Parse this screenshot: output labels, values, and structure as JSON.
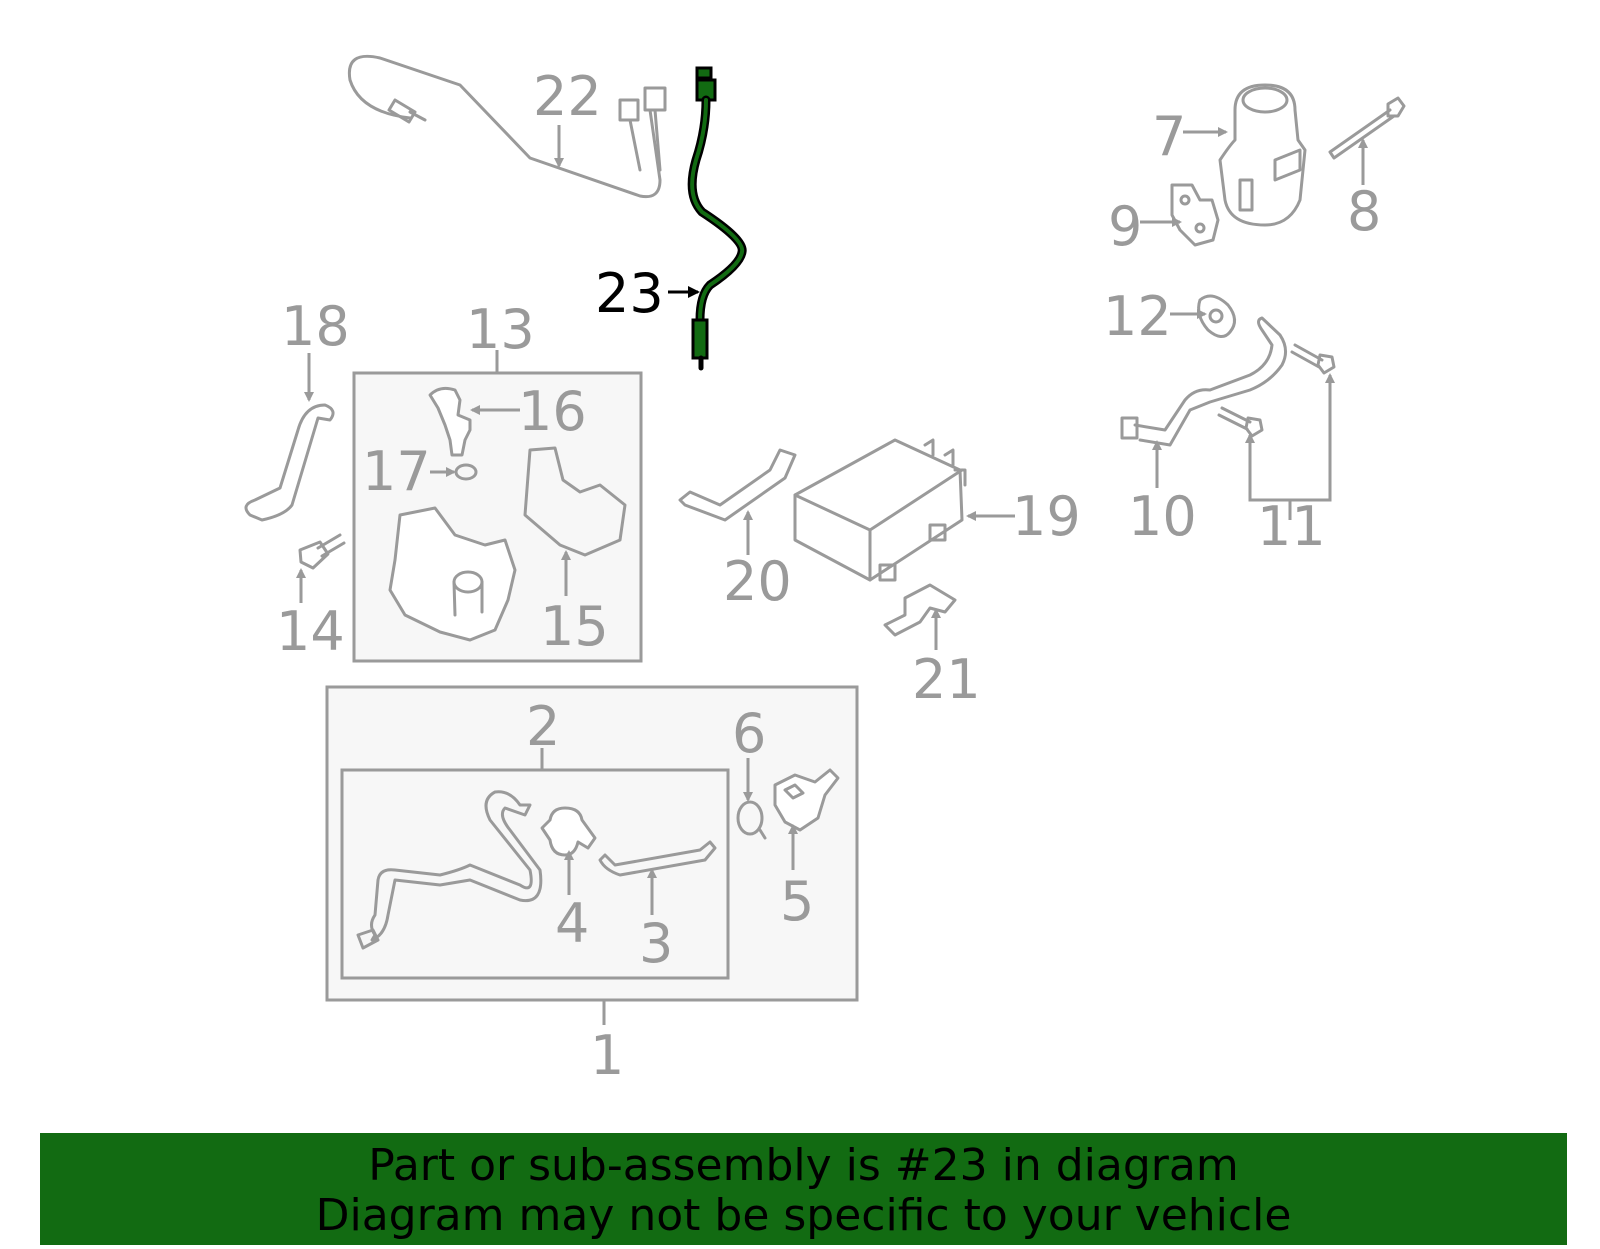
{
  "highlight_color": "#126b12",
  "line_color": "#9a9a9a",
  "callouts": {
    "c1": "1",
    "c2": "2",
    "c3": "3",
    "c4": "4",
    "c5": "5",
    "c6": "6",
    "c7": "7",
    "c8": "8",
    "c9": "9",
    "c10": "10",
    "c11": "11",
    "c12": "12",
    "c13": "13",
    "c14": "14",
    "c15": "15",
    "c16": "16",
    "c17": "17",
    "c18": "18",
    "c19": "19",
    "c20": "20",
    "c21": "21",
    "c22": "22",
    "c23": "23"
  },
  "banner": {
    "line1": "Part or sub-assembly is #23 in diagram",
    "line2": "Diagram may not be specific to your vehicle"
  }
}
